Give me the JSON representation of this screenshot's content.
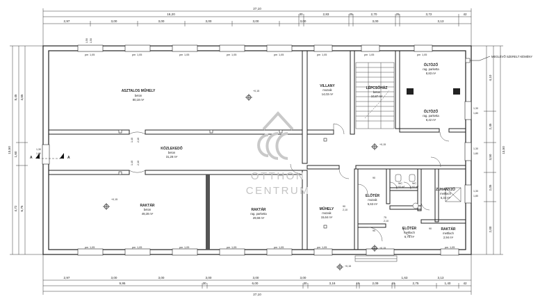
{
  "watermark": {
    "line1": "OTTHON",
    "line2": "CENTRUM"
  },
  "top_dims": {
    "total": "27,10",
    "row2": [
      "16,20",
      "30",
      "2,83",
      "25",
      "2,70",
      "25",
      "3,72",
      "42"
    ],
    "row3": [
      "2,97",
      "3,00",
      "3,00",
      "3,00",
      "3,00",
      "3,00",
      "3,00",
      "3,13"
    ]
  },
  "bottom_dims": {
    "total": "27,10",
    "row1": [
      "2,97",
      "3,00",
      "3,00",
      "3,00",
      "3,00",
      "3,00",
      "1,63",
      "3,13"
    ],
    "row2": [
      "9,95",
      "30",
      "6,00",
      "30",
      "3,16",
      "15",
      "2,09",
      "15",
      "2,75",
      "1,40",
      "42"
    ]
  },
  "left_dims": [
    "13,50",
    "3,85",
    "8,45",
    "1,60",
    "4,72",
    "6,75"
  ],
  "right_dims": [
    "13,50",
    "4,10",
    "2,45",
    "3,50",
    "2,05",
    "2,00"
  ],
  "window_code": "pm",
  "window_labels": [
    "1,05",
    "1,05",
    "1,05",
    "1,05",
    "1,05",
    "1,05",
    "1,05",
    "1,05"
  ],
  "window_sizes": [
    "1,50",
    "1,50"
  ],
  "rooms": [
    {
      "name": "ASZTALOS MŰHELY",
      "floor": "beton",
      "area": "80,18 m²"
    },
    {
      "name": "KÖZLEKEDŐ",
      "floor": "beton",
      "area": "31,28 m²"
    },
    {
      "name": "RAKTÁR",
      "floor": "beton",
      "area": "49,28 m²"
    },
    {
      "name": "RAKTÁR",
      "floor": "rag. parketta",
      "area": "29,68 m²"
    },
    {
      "name": "VILLANY",
      "floor": "mozaik",
      "area": "14,03 m²"
    },
    {
      "name": "LÉPCSŐHÁZ",
      "floor": "beton",
      "area": "10,87 m²"
    },
    {
      "name": "ÖLTÖZŐ",
      "floor": "rag. parketta",
      "area": "8,83 m²"
    },
    {
      "name": "ÖLTÖZŐ",
      "floor": "rag. parketta",
      "area": "8,42 m²"
    },
    {
      "name": "MŰHELY",
      "floor": "mozaik",
      "area": "15,64 m²"
    },
    {
      "name": "ELŐTÉR",
      "floor": "mozaik",
      "area": "5,63 m²"
    },
    {
      "name": "ELŐTÉR",
      "floor": "mettlach",
      "area": "6,78 m²"
    },
    {
      "name": "WC",
      "floor": "",
      "area": "0,93 m²"
    },
    {
      "name": "WC",
      "floor": "",
      "area": "0,93 m²"
    },
    {
      "name": "ZUHANYZÓ",
      "floor": "mettlach",
      "area": "5,34 m²"
    },
    {
      "name": "RAKTÁR",
      "floor": "mettlach",
      "area": "2,94 m²"
    }
  ],
  "levels": [
    "+0,15",
    "+0,15",
    "+0,15",
    "+0,15",
    "+0,15"
  ],
  "section_mark": "A",
  "opening_labels": [
    "1,30",
    "1,80",
    "90",
    "2,10",
    "1,40",
    "2,10",
    "75",
    "2,10"
  ],
  "chimney_note": "MEGLÉVŐ SZERELT KÉMÉNY"
}
